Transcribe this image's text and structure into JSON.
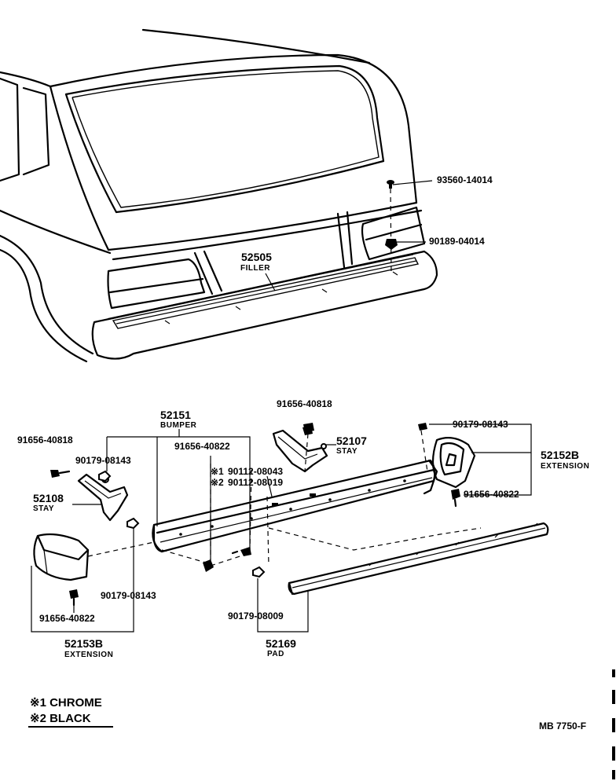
{
  "parts": {
    "p93560": "93560-14014",
    "p90189": "90189-04014",
    "p52505": "52505",
    "p52505_name": "FILLER",
    "p91656_top": "91656-40818",
    "p52107": "52107",
    "p52107_name": "STAY",
    "p52151": "52151",
    "p52151_name": "BUMPER",
    "p91656_left": "91656-40818",
    "p90179_left": "90179-08143",
    "p91656_mid": "91656-40822",
    "p52108": "52108",
    "p52108_name": "STAY",
    "p90112_1": "90112-08043",
    "p90112_2": "90112-08019",
    "p90179_right": "90179-08143",
    "p52152B": "52152B",
    "p52152B_name": "EXTENSION",
    "p91656_right": "91656-40822",
    "p90179_lower": "90179-08143",
    "p91656_lower": "91656-40822",
    "p52153B": "52153B",
    "p52153B_name": "EXTENSION",
    "p90179_08009": "90179-08009",
    "p52169": "52169",
    "p52169_name": "PAD"
  },
  "markers": {
    "m1": "※1",
    "m2": "※2"
  },
  "legend": {
    "item1": "※1 CHROME",
    "item2": "※2 BLACK"
  },
  "footer": {
    "code": "MB 7750-F"
  }
}
